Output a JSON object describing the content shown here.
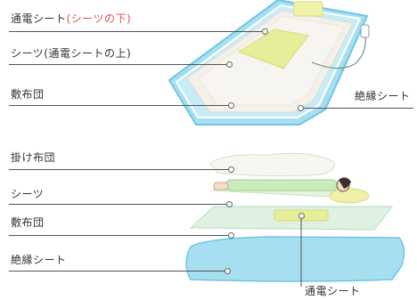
{
  "labels": {
    "top_sheet_main": "通電シート",
    "top_sheet_note": "(シーツの下)",
    "sheets_top": "シーツ(通電シートの上)",
    "futon_top": "敷布団",
    "insulating_top": "絶縁シート",
    "kakebuton": "掛け布団",
    "sheets_bottom": "シーツ",
    "futon_bottom": "敷布団",
    "insulating_bottom": "絶縁シート",
    "electric_sheet_bottom": "通電シート"
  },
  "colors": {
    "insulating": "#a8dff0",
    "insulating_edge": "#6cc6e6",
    "mattress": "#f4f1ea",
    "electric_pad": "#e7ee9a",
    "futon_mint": "#def1e2",
    "sheet_green": "#c9ecbd",
    "pillow": "#f0f1a8",
    "accent_red": "#e0524f"
  }
}
